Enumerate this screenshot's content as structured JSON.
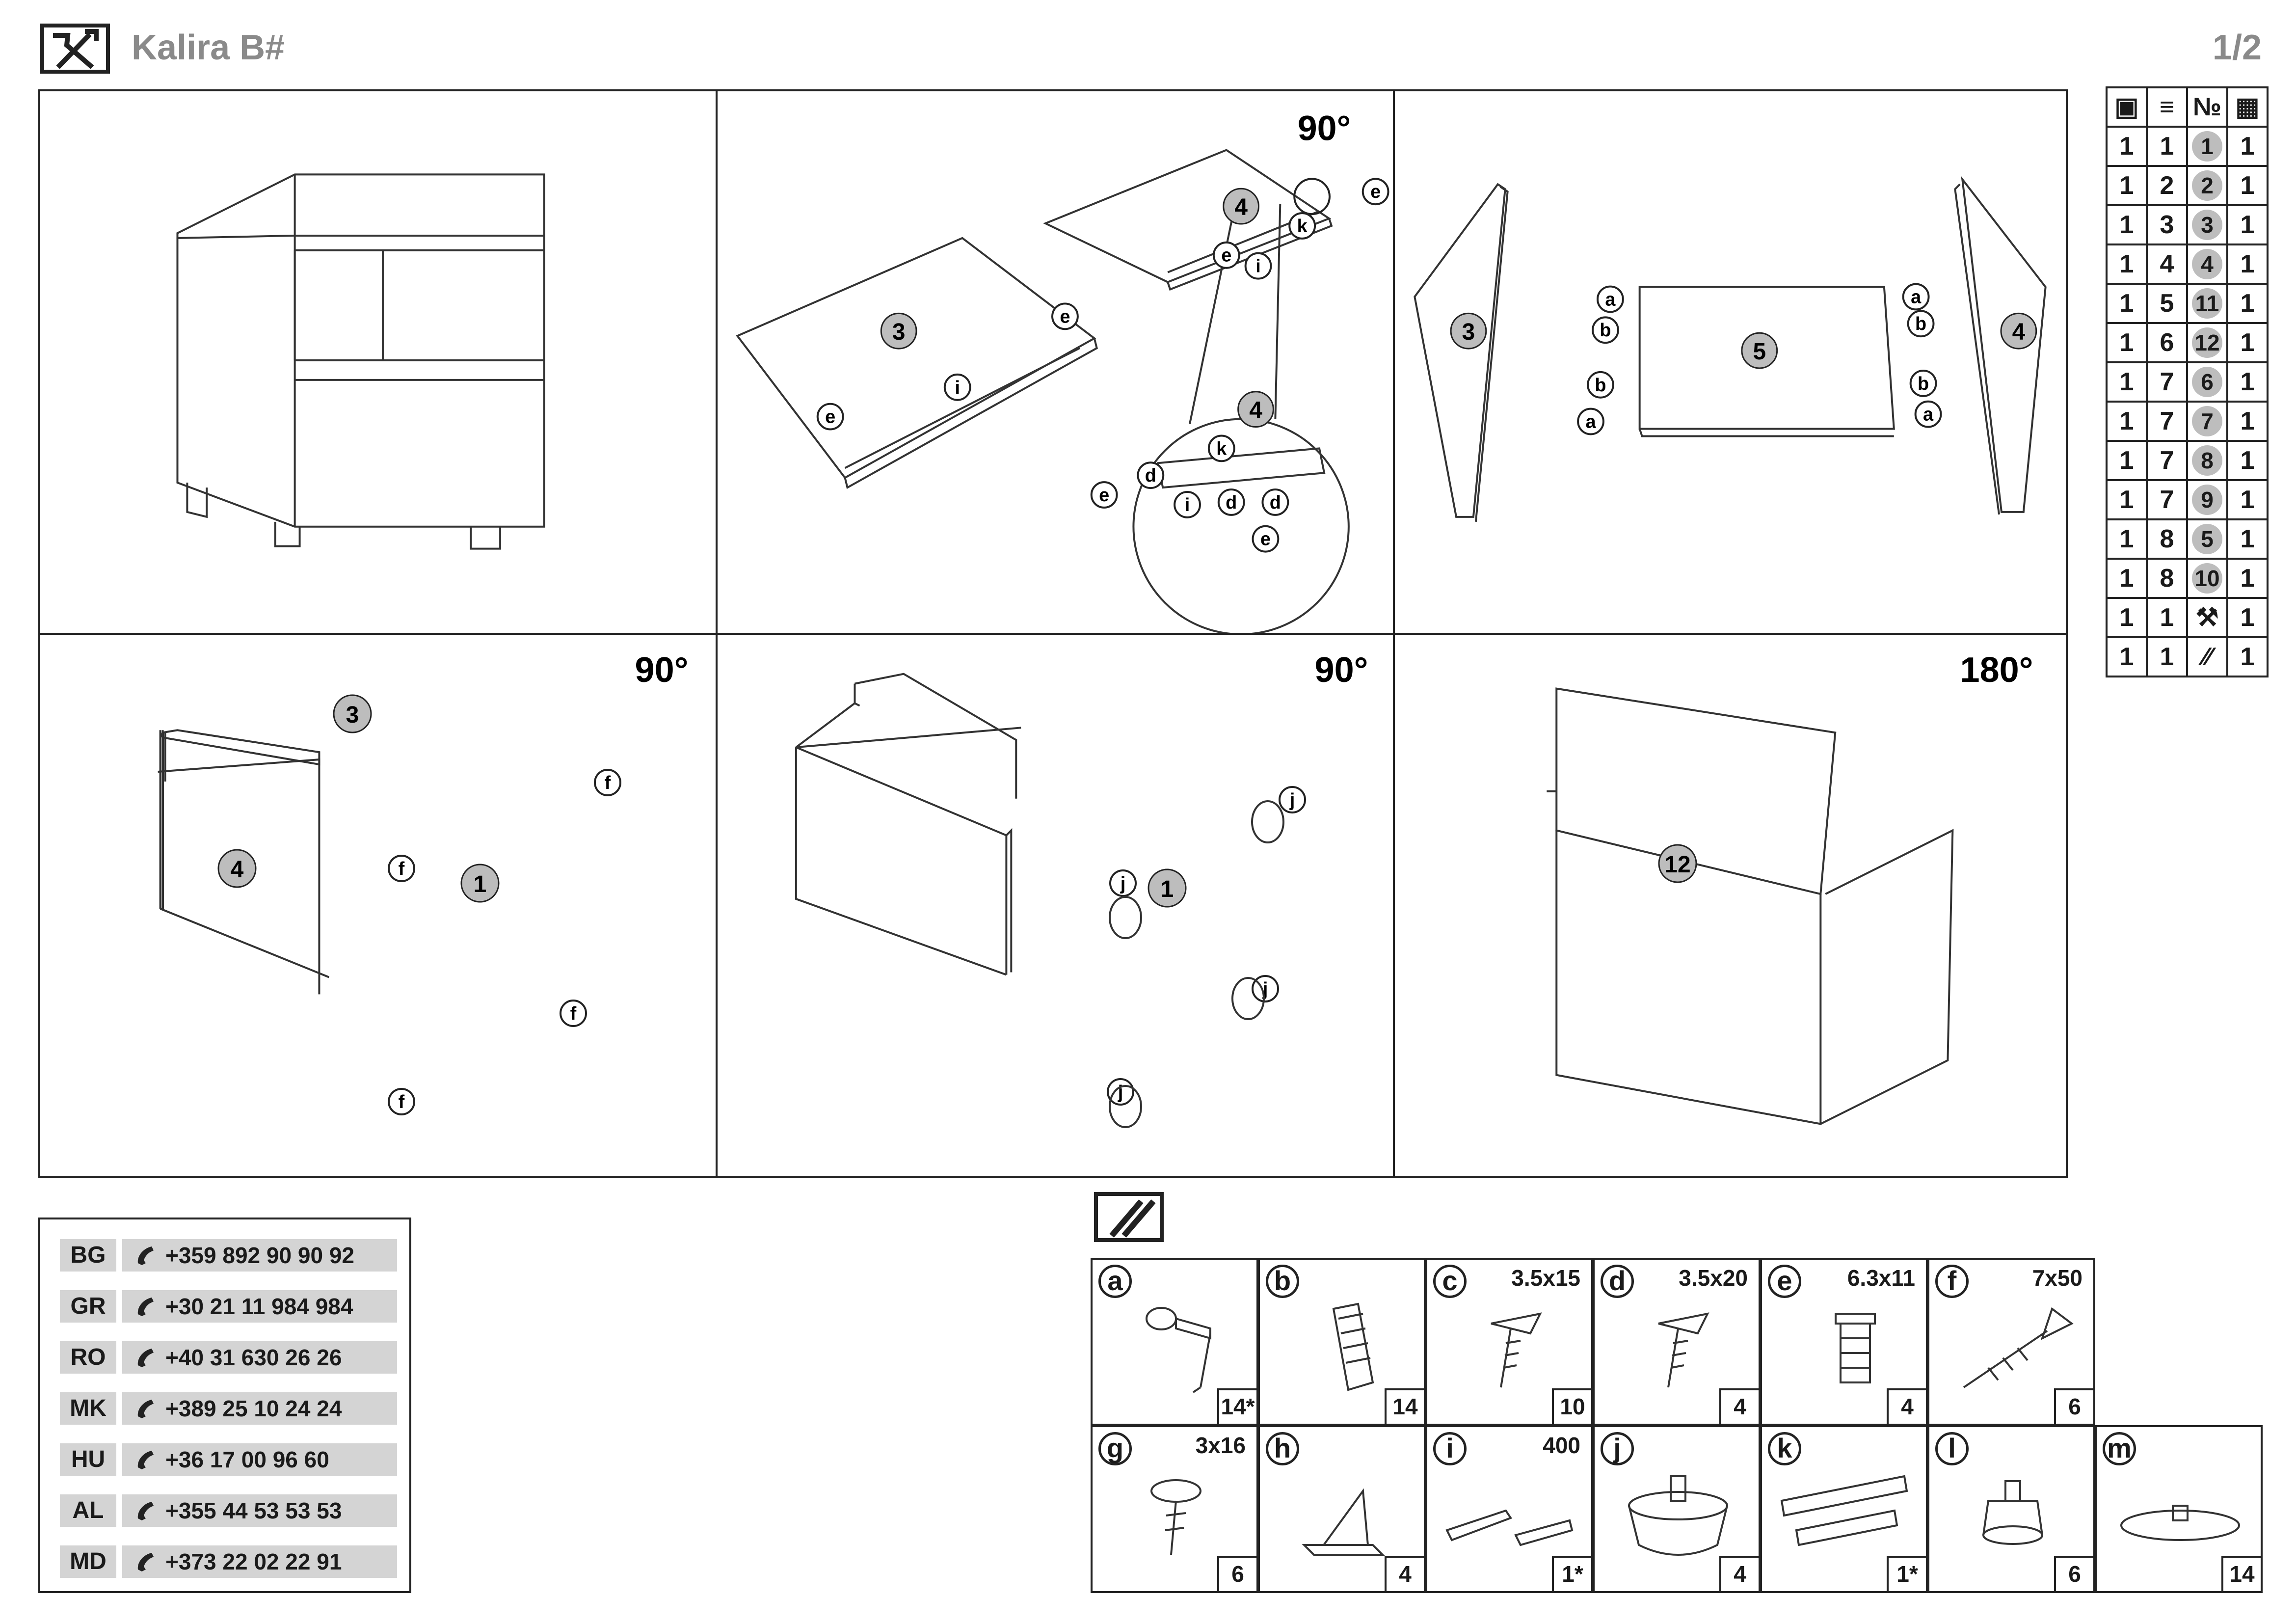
{
  "header": {
    "title": "Kalira B#",
    "page": "1/2"
  },
  "steps": {
    "step2": {
      "rotation": "90°",
      "part_a": "3",
      "part_b": "4",
      "detail_part": "4",
      "labels": [
        "e",
        "i",
        "e",
        "e",
        "i",
        "k",
        "e",
        "k",
        "d",
        "i",
        "d",
        "d",
        "e",
        "e"
      ]
    },
    "step3": {
      "part_left": "3",
      "part_center": "5",
      "part_right": "4",
      "labels": [
        "a",
        "b",
        "b",
        "a",
        "a",
        "b",
        "b",
        "a"
      ]
    },
    "step4": {
      "rotation": "90°",
      "part_back": "3",
      "part_side": "4",
      "part_front": "1",
      "labels": [
        "f",
        "f",
        "f",
        "f"
      ]
    },
    "step5": {
      "rotation": "90°",
      "part_front": "1",
      "labels": [
        "j",
        "j",
        "j",
        "j"
      ]
    },
    "step6": {
      "rotation": "180°",
      "part_back": "12"
    }
  },
  "parts_table": {
    "headers": [
      "box-icon",
      "stack-icon",
      "№",
      "grid-icon"
    ],
    "rows": [
      [
        "1",
        "1",
        "1",
        "1"
      ],
      [
        "1",
        "2",
        "2",
        "1"
      ],
      [
        "1",
        "3",
        "3",
        "1"
      ],
      [
        "1",
        "4",
        "4",
        "1"
      ],
      [
        "1",
        "5",
        "11",
        "1"
      ],
      [
        "1",
        "6",
        "12",
        "1"
      ],
      [
        "1",
        "7",
        "6",
        "1"
      ],
      [
        "1",
        "7",
        "7",
        "1"
      ],
      [
        "1",
        "7",
        "8",
        "1"
      ],
      [
        "1",
        "7",
        "9",
        "1"
      ],
      [
        "1",
        "8",
        "5",
        "1"
      ],
      [
        "1",
        "8",
        "10",
        "1"
      ],
      [
        "1",
        "1",
        "tools-icon",
        "1"
      ],
      [
        "1",
        "1",
        "fittings-icon",
        "1"
      ]
    ]
  },
  "contacts": [
    {
      "code": "BG",
      "phone": "+359 892 90 90 92"
    },
    {
      "code": "GR",
      "phone": "+30 21 11 984 984"
    },
    {
      "code": "RO",
      "phone": "+40 31 630 26 26"
    },
    {
      "code": "MK",
      "phone": "+389 25 10 24 24"
    },
    {
      "code": "HU",
      "phone": "+36 17 00 96 60"
    },
    {
      "code": "AL",
      "phone": "+355 44 53 53 53"
    },
    {
      "code": "MD",
      "phone": "+373 22 02 22 91"
    }
  ],
  "hardware": [
    {
      "letter": "a",
      "size": "",
      "qty": "14*",
      "icon": "cam-lock-icon"
    },
    {
      "letter": "b",
      "size": "",
      "qty": "14",
      "icon": "dowel-icon"
    },
    {
      "letter": "c",
      "size": "3.5x15",
      "qty": "10",
      "icon": "screw-icon"
    },
    {
      "letter": "d",
      "size": "3.5x20",
      "qty": "4",
      "icon": "screw-icon"
    },
    {
      "letter": "e",
      "size": "6.3x11",
      "qty": "4",
      "icon": "euro-screw-icon"
    },
    {
      "letter": "f",
      "size": "7x50",
      "qty": "6",
      "icon": "confirmat-screw-icon"
    },
    {
      "letter": "g",
      "size": "3x16",
      "qty": "6",
      "icon": "washer-screw-icon"
    },
    {
      "letter": "h",
      "size": "",
      "qty": "4",
      "icon": "corner-bracket-icon"
    },
    {
      "letter": "i",
      "size": "400",
      "qty": "1*",
      "icon": "drawer-slide-icon"
    },
    {
      "letter": "j",
      "size": "",
      "qty": "4",
      "icon": "furniture-foot-icon"
    },
    {
      "letter": "k",
      "size": "",
      "qty": "1*",
      "icon": "push-latch-icon"
    },
    {
      "letter": "l",
      "size": "",
      "qty": "6",
      "icon": "plastic-cap-icon"
    },
    {
      "letter": "m",
      "size": "",
      "qty": "14",
      "icon": "cover-disc-icon"
    }
  ]
}
